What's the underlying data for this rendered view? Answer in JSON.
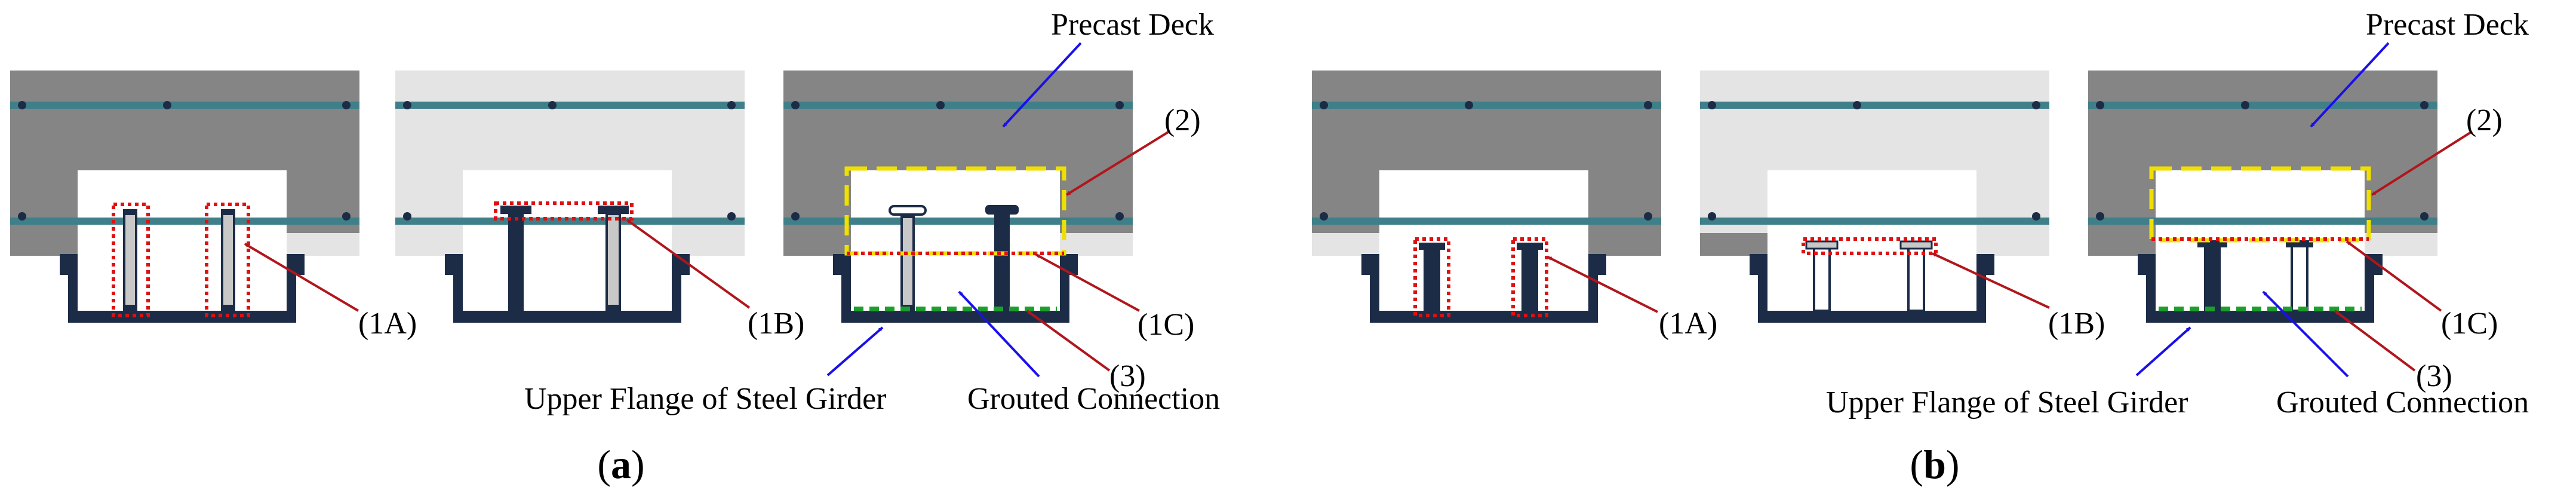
{
  "figure": {
    "panel_a": {
      "caption_open": "(",
      "caption_letter": "a",
      "caption_close": ")",
      "labels": {
        "precast_deck": "Precast Deck",
        "region_2": "(2)",
        "region_1a": "(1A)",
        "region_1b": "(1B)",
        "region_1c": "(1C)",
        "region_3": "(3)",
        "upper_flange": "Upper Flange of Steel Girder",
        "grouted_connection": "Grouted Connection"
      }
    },
    "panel_b": {
      "caption_open": "(",
      "caption_letter": "b",
      "caption_close": ")",
      "labels": {
        "precast_deck": "Precast Deck",
        "region_2": "(2)",
        "region_1a": "(1A)",
        "region_1b": "(1B)",
        "region_1c": "(1C)",
        "region_3": "(3)",
        "upper_flange": "Upper Flange of Steel Girder",
        "grouted_connection": "Grouted Connection"
      }
    }
  },
  "colors": {
    "deck_dark": "#858585",
    "deck_light": "#e4e4e4",
    "rebar": "#3f7f89",
    "girder": "#1c2c47",
    "stud": "#1c2c47",
    "red_dotted": "#e01010",
    "yellow_dashed": "#f0e000",
    "green_dashed": "#1aa02a",
    "red_arrow": "#b0161c",
    "blue_arrow": "#1a10e8"
  }
}
